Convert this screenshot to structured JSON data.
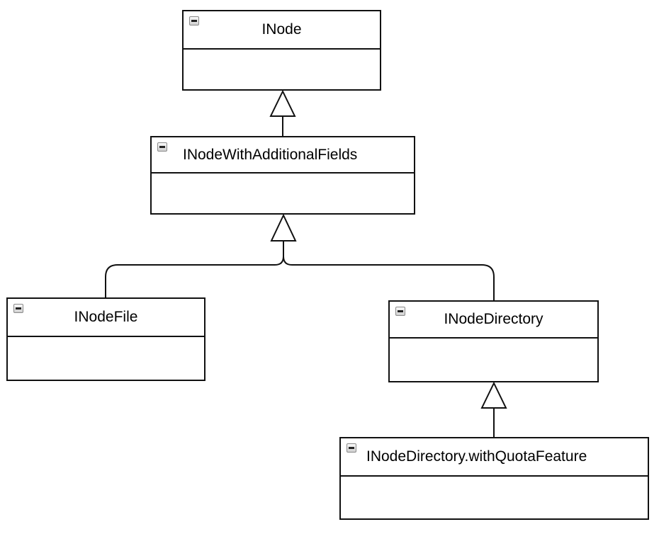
{
  "diagram": {
    "type": "uml-class-diagram",
    "relationship": "generalization",
    "classes": [
      {
        "id": "inode",
        "name": "INode",
        "attributes": []
      },
      {
        "id": "inode-with-additional-fields",
        "name": "INodeWithAdditionalFields",
        "attributes": []
      },
      {
        "id": "inode-file",
        "name": "INodeFile",
        "attributes": []
      },
      {
        "id": "inode-directory",
        "name": "INodeDirectory",
        "attributes": []
      },
      {
        "id": "inode-directory-with-quota",
        "name": "INodeDirectory.withQuotaFeature",
        "attributes": []
      }
    ],
    "inheritance": [
      {
        "child": "INodeWithAdditionalFields",
        "parent": "INode"
      },
      {
        "child": "INodeFile",
        "parent": "INodeWithAdditionalFields"
      },
      {
        "child": "INodeDirectory",
        "parent": "INodeWithAdditionalFields"
      },
      {
        "child": "INodeDirectory.withQuotaFeature",
        "parent": "INodeDirectory"
      }
    ],
    "icons": {
      "collapse": "collapse-minus-icon"
    },
    "colors": {
      "stroke": "#111111",
      "background": "#ffffff",
      "text": "#000000"
    }
  }
}
